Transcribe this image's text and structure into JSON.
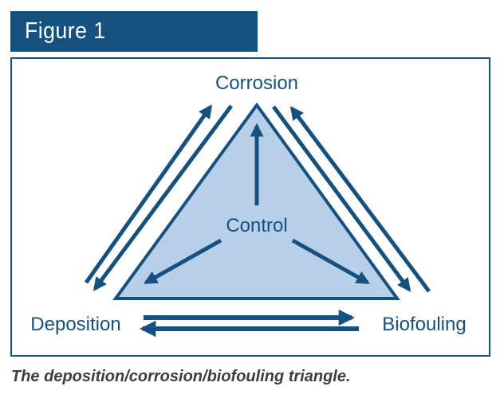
{
  "header": {
    "title": "Figure 1"
  },
  "diagram": {
    "vertices": [
      {
        "id": "corrosion",
        "label": "Corrosion",
        "position": "top"
      },
      {
        "id": "deposition",
        "label": "Deposition",
        "position": "bottom-left"
      },
      {
        "id": "biofouling",
        "label": "Biofouling",
        "position": "bottom-right"
      }
    ],
    "center": {
      "label": "Control"
    },
    "edges": [
      {
        "from": "deposition",
        "to": "corrosion",
        "bidirectional": true
      },
      {
        "from": "corrosion",
        "to": "biofouling",
        "bidirectional": true
      },
      {
        "from": "deposition",
        "to": "biofouling",
        "bidirectional": true
      },
      {
        "from": "control",
        "to": "corrosion"
      },
      {
        "from": "control",
        "to": "deposition"
      },
      {
        "from": "control",
        "to": "biofouling"
      }
    ],
    "colors": {
      "line": "#15507E",
      "triangle_fill": "#B7CFE9",
      "label_text": "#15507E",
      "header_bg": "#15507E",
      "header_text": "#FFFFFF",
      "caption_text": "#3D3D3D"
    }
  },
  "caption": {
    "text": "The deposition/corrosion/biofouling triangle."
  }
}
